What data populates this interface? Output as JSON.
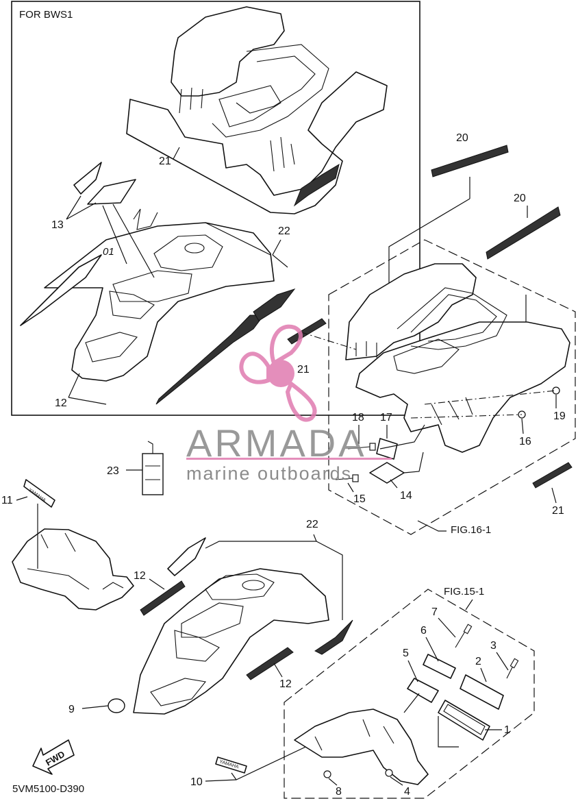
{
  "labels": {
    "inset_title": "FOR BWS1",
    "fig_16": "FIG.16-1",
    "fig_15": "FIG.15-1",
    "drawing_code": "5VM5100-D390",
    "fwd": "FWD",
    "yamaha_1": "YAMAHA",
    "yamaha_2": "YAMAHA"
  },
  "watermark": {
    "brand": "ARMADA",
    "tagline": "marine outboards",
    "color": "#e07bb0"
  },
  "callouts": [
    {
      "n": "21"
    },
    {
      "n": "13"
    },
    {
      "n": "22"
    },
    {
      "n": "12"
    },
    {
      "n": "20"
    },
    {
      "n": "20"
    },
    {
      "n": "21"
    },
    {
      "n": "18"
    },
    {
      "n": "17"
    },
    {
      "n": "19"
    },
    {
      "n": "16"
    },
    {
      "n": "15"
    },
    {
      "n": "14"
    },
    {
      "n": "21"
    },
    {
      "n": "23"
    },
    {
      "n": "11"
    },
    {
      "n": "22"
    },
    {
      "n": "12"
    },
    {
      "n": "12"
    },
    {
      "n": "9"
    },
    {
      "n": "10"
    },
    {
      "n": "7"
    },
    {
      "n": "6"
    },
    {
      "n": "3"
    },
    {
      "n": "5"
    },
    {
      "n": "2"
    },
    {
      "n": "1"
    },
    {
      "n": "8"
    },
    {
      "n": "4"
    }
  ]
}
